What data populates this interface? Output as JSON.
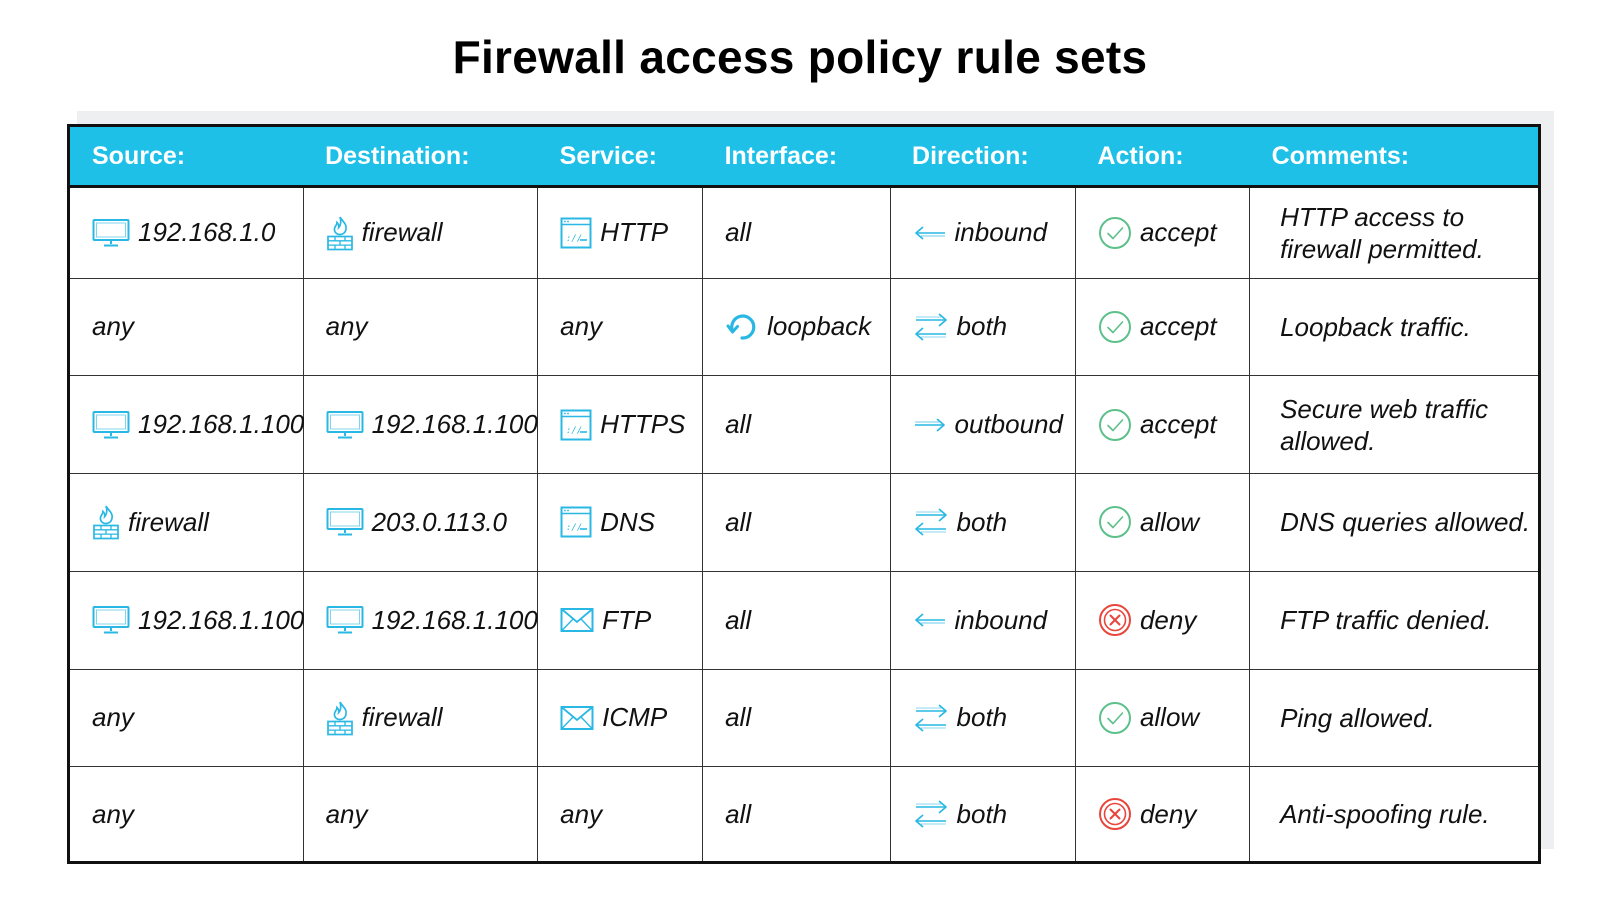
{
  "title": "Firewall access policy rule sets",
  "colors": {
    "header_bg": "#1ec0e8",
    "icon_blue": "#29b8e3",
    "accept_green": "#5cc08a",
    "deny_red": "#e8453c"
  },
  "headers": [
    "Source:",
    "Destination:",
    "Service:",
    "Interface:",
    "Direction:",
    "Action:",
    "Comments:"
  ],
  "rows": [
    {
      "source": {
        "icon": "monitor-icon",
        "text": "192.168.1.0"
      },
      "destination": {
        "icon": "firewall-icon",
        "text": "firewall"
      },
      "service": {
        "icon": "web-window-icon",
        "text": "HTTP"
      },
      "interface": {
        "icon": "",
        "text": "all"
      },
      "direction": {
        "icon": "inbound-arrow-icon",
        "text": "inbound"
      },
      "action": {
        "icon": "accept-check-icon",
        "text": "accept"
      },
      "comment": "HTTP access to firewall permitted."
    },
    {
      "source": {
        "icon": "",
        "text": "any"
      },
      "destination": {
        "icon": "",
        "text": "any"
      },
      "service": {
        "icon": "",
        "text": "any"
      },
      "interface": {
        "icon": "loopback-icon",
        "text": "loopback"
      },
      "direction": {
        "icon": "both-arrows-icon",
        "text": "both"
      },
      "action": {
        "icon": "accept-check-icon",
        "text": "accept"
      },
      "comment": "Loopback traffic."
    },
    {
      "source": {
        "icon": "monitor-icon",
        "text": "192.168.1.100"
      },
      "destination": {
        "icon": "monitor-icon",
        "text": "192.168.1.100"
      },
      "service": {
        "icon": "web-window-icon",
        "text": "HTTPS"
      },
      "interface": {
        "icon": "",
        "text": "all"
      },
      "direction": {
        "icon": "outbound-arrow-icon",
        "text": "outbound"
      },
      "action": {
        "icon": "accept-check-icon",
        "text": "accept"
      },
      "comment": "Secure web traffic allowed."
    },
    {
      "source": {
        "icon": "firewall-icon",
        "text": "firewall"
      },
      "destination": {
        "icon": "monitor-icon",
        "text": "203.0.113.0"
      },
      "service": {
        "icon": "web-window-icon",
        "text": "DNS"
      },
      "interface": {
        "icon": "",
        "text": "all"
      },
      "direction": {
        "icon": "both-arrows-icon",
        "text": "both"
      },
      "action": {
        "icon": "accept-check-icon",
        "text": "allow"
      },
      "comment": "DNS queries allowed."
    },
    {
      "source": {
        "icon": "monitor-icon",
        "text": "192.168.1.100"
      },
      "destination": {
        "icon": "monitor-icon",
        "text": "192.168.1.100"
      },
      "service": {
        "icon": "envelope-icon",
        "text": "FTP"
      },
      "interface": {
        "icon": "",
        "text": "all"
      },
      "direction": {
        "icon": "inbound-arrow-icon",
        "text": "inbound"
      },
      "action": {
        "icon": "deny-x-icon",
        "text": "deny"
      },
      "comment": "FTP traffic denied."
    },
    {
      "source": {
        "icon": "",
        "text": "any"
      },
      "destination": {
        "icon": "firewall-icon",
        "text": "firewall"
      },
      "service": {
        "icon": "envelope-icon",
        "text": "ICMP"
      },
      "interface": {
        "icon": "",
        "text": "all"
      },
      "direction": {
        "icon": "both-arrows-icon",
        "text": "both"
      },
      "action": {
        "icon": "accept-check-icon",
        "text": "allow"
      },
      "comment": "Ping allowed."
    },
    {
      "source": {
        "icon": "",
        "text": "any"
      },
      "destination": {
        "icon": "",
        "text": "any"
      },
      "service": {
        "icon": "",
        "text": "any"
      },
      "interface": {
        "icon": "",
        "text": "all"
      },
      "direction": {
        "icon": "both-arrows-icon",
        "text": "both"
      },
      "action": {
        "icon": "deny-x-icon",
        "text": "deny"
      },
      "comment": "Anti-spoofing rule."
    }
  ]
}
